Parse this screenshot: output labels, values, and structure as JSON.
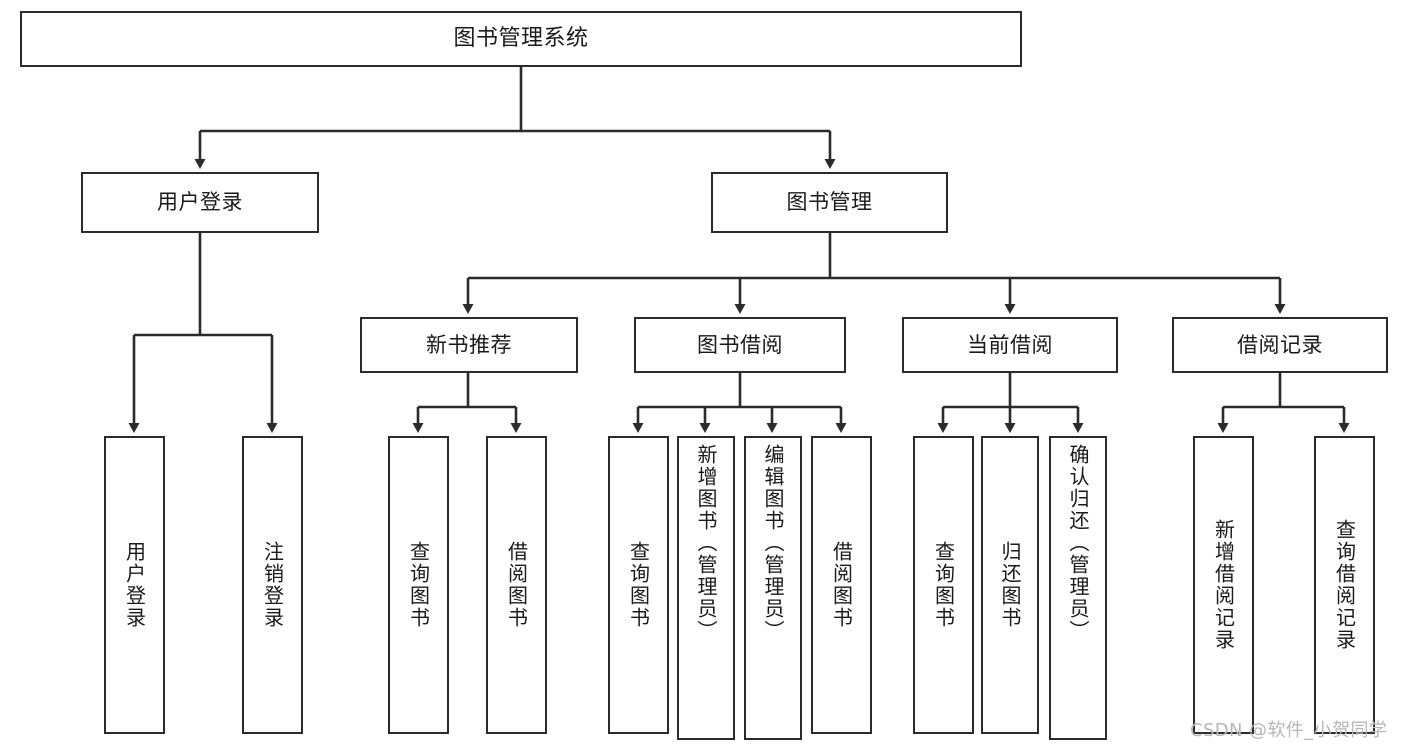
{
  "diagram": {
    "title": "图书管理系统",
    "watermark": "CSDN @软件_小贺同学",
    "accent_color": "#2b2b2b",
    "background_color": "#ffffff",
    "nodes": {
      "root": "图书管理系统",
      "level1": [
        "用户登录",
        "图书管理"
      ],
      "level2": [
        "新书推荐",
        "图书借阅",
        "当前借阅",
        "借阅记录"
      ],
      "leaves": {
        "user_login": [
          "用户登录",
          "注销登录"
        ],
        "new_book": [
          "查询图书",
          "借阅图书"
        ],
        "book_borrow": [
          "查询图书",
          "新增图书（管理员）",
          "编辑图书（管理员）",
          "借阅图书"
        ],
        "current_borrow": [
          "查询图书",
          "归还图书",
          "确认归还（管理员）"
        ],
        "borrow_record": [
          "新增借阅记录",
          "查询借阅记录"
        ]
      }
    }
  }
}
